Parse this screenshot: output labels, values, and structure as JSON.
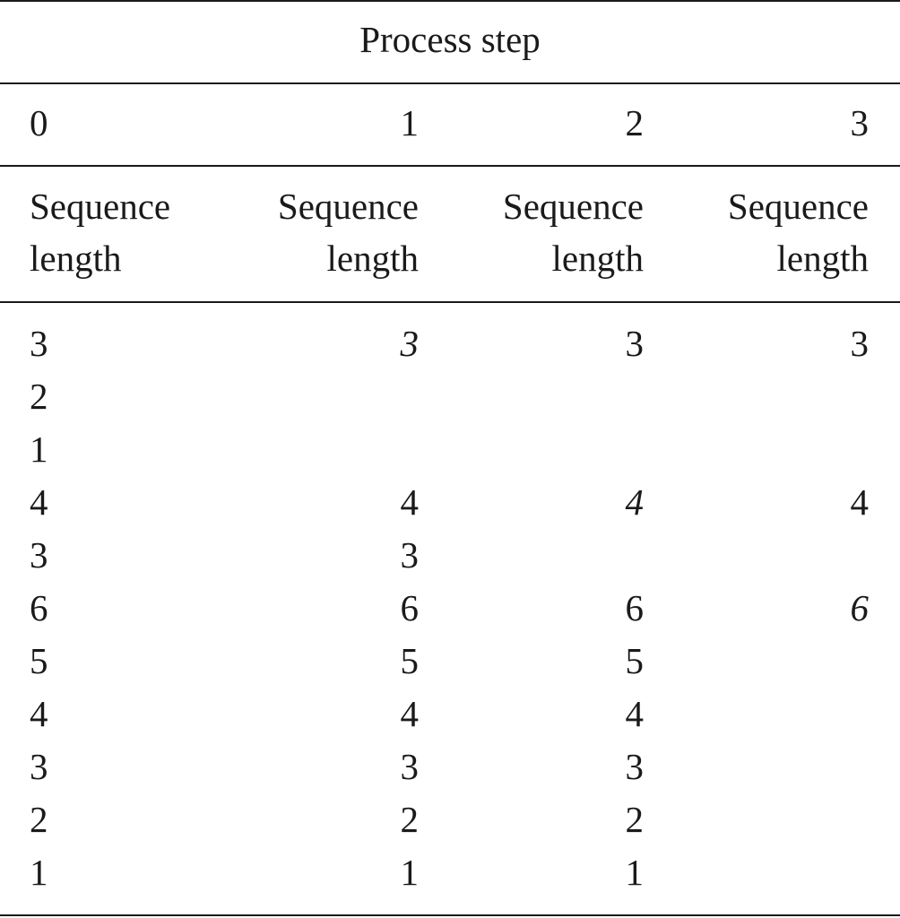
{
  "table": {
    "title": "Process step",
    "steps": [
      "0",
      "1",
      "2",
      "3"
    ],
    "headers": [
      {
        "line1": "Sequence",
        "line2": "length"
      },
      {
        "line1": "Sequence",
        "line2": "length"
      },
      {
        "line1": "Sequence",
        "line2": "length"
      },
      {
        "line1": "Sequence",
        "line2": "length"
      }
    ],
    "rows": [
      [
        {
          "v": "3",
          "i": false
        },
        {
          "v": "3",
          "i": true
        },
        {
          "v": "3",
          "i": false
        },
        {
          "v": "3",
          "i": false
        }
      ],
      [
        {
          "v": "2",
          "i": false
        },
        {
          "v": "",
          "i": false
        },
        {
          "v": "",
          "i": false
        },
        {
          "v": "",
          "i": false
        }
      ],
      [
        {
          "v": "1",
          "i": false
        },
        {
          "v": "",
          "i": false
        },
        {
          "v": "",
          "i": false
        },
        {
          "v": "",
          "i": false
        }
      ],
      [
        {
          "v": "4",
          "i": false
        },
        {
          "v": "4",
          "i": false
        },
        {
          "v": "4",
          "i": true
        },
        {
          "v": "4",
          "i": false
        }
      ],
      [
        {
          "v": "3",
          "i": false
        },
        {
          "v": "3",
          "i": false
        },
        {
          "v": "",
          "i": false
        },
        {
          "v": "",
          "i": false
        }
      ],
      [
        {
          "v": "6",
          "i": false
        },
        {
          "v": "6",
          "i": false
        },
        {
          "v": "6",
          "i": false
        },
        {
          "v": "6",
          "i": true
        }
      ],
      [
        {
          "v": "5",
          "i": false
        },
        {
          "v": "5",
          "i": false
        },
        {
          "v": "5",
          "i": false
        },
        {
          "v": "",
          "i": false
        }
      ],
      [
        {
          "v": "4",
          "i": false
        },
        {
          "v": "4",
          "i": false
        },
        {
          "v": "4",
          "i": false
        },
        {
          "v": "",
          "i": false
        }
      ],
      [
        {
          "v": "3",
          "i": false
        },
        {
          "v": "3",
          "i": false
        },
        {
          "v": "3",
          "i": false
        },
        {
          "v": "",
          "i": false
        }
      ],
      [
        {
          "v": "2",
          "i": false
        },
        {
          "v": "2",
          "i": false
        },
        {
          "v": "2",
          "i": false
        },
        {
          "v": "",
          "i": false
        }
      ],
      [
        {
          "v": "1",
          "i": false
        },
        {
          "v": "1",
          "i": false
        },
        {
          "v": "1",
          "i": false
        },
        {
          "v": "",
          "i": false
        }
      ]
    ]
  }
}
